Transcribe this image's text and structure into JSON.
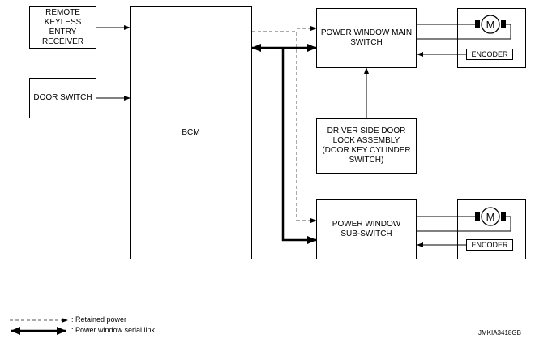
{
  "blocks": {
    "remote_keyless": "REMOTE\nKEYLESS\nENTRY\nRECEIVER",
    "door_switch": "DOOR SWITCH",
    "bcm": "BCM",
    "main_switch": "POWER WINDOW MAIN\nSWITCH",
    "driver_door_lock": "DRIVER SIDE DOOR\nLOCK ASSEMBLY\n(DOOR KEY CYLINDER\nSWITCH)",
    "sub_switch": "POWER WINDOW\nSUB-SWITCH",
    "encoder_main": "ENCODER",
    "encoder_sub": "ENCODER",
    "motor_main": "M",
    "motor_sub": "M"
  },
  "legend": {
    "retained_power": ": Retained power",
    "serial_link": ": Power window serial link"
  },
  "figure_code": "JMKIA3418GB"
}
